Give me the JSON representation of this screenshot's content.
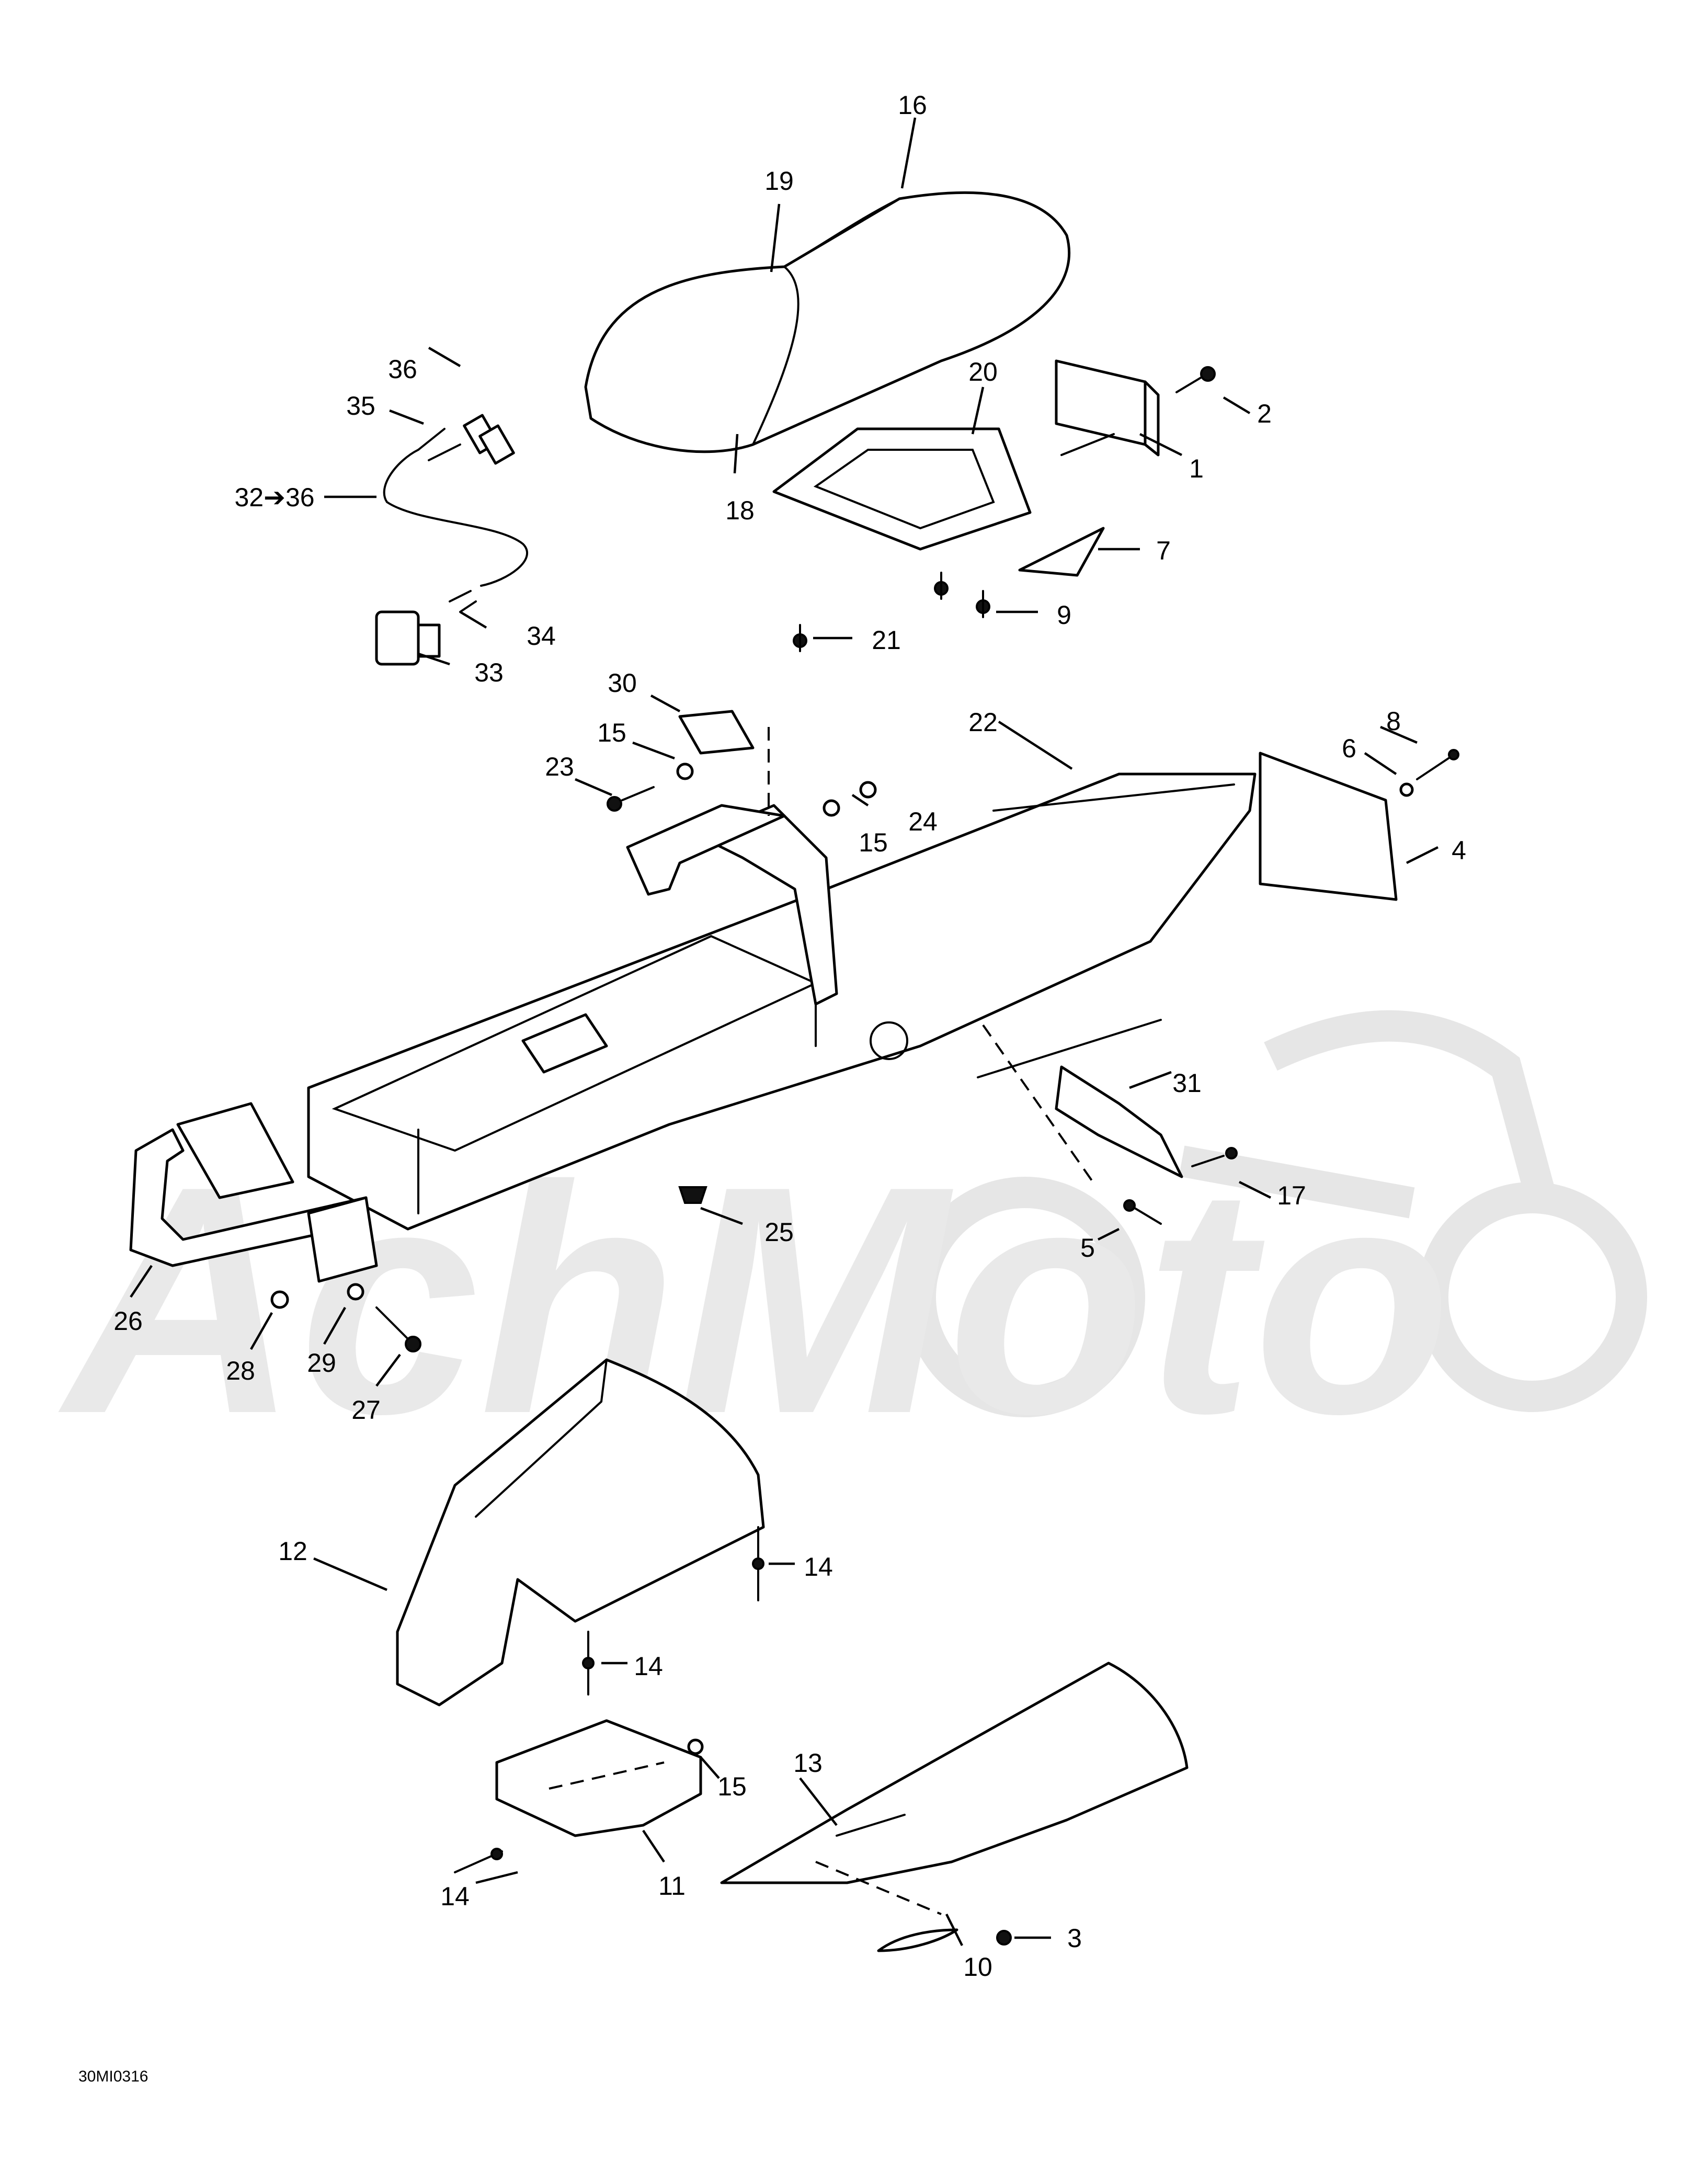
{
  "diagram_code": "30MI0316",
  "watermark": "AchMoto",
  "callouts": [
    "1",
    "2",
    "3",
    "4",
    "5",
    "6",
    "7",
    "8",
    "9",
    "10",
    "11",
    "12",
    "13",
    "14",
    "14",
    "14",
    "15",
    "15",
    "15",
    "16",
    "17",
    "18",
    "19",
    "20",
    "21",
    "22",
    "23",
    "24",
    "25",
    "26",
    "27",
    "28",
    "29",
    "30",
    "31",
    "32➔36",
    "33",
    "34",
    "35",
    "36"
  ]
}
